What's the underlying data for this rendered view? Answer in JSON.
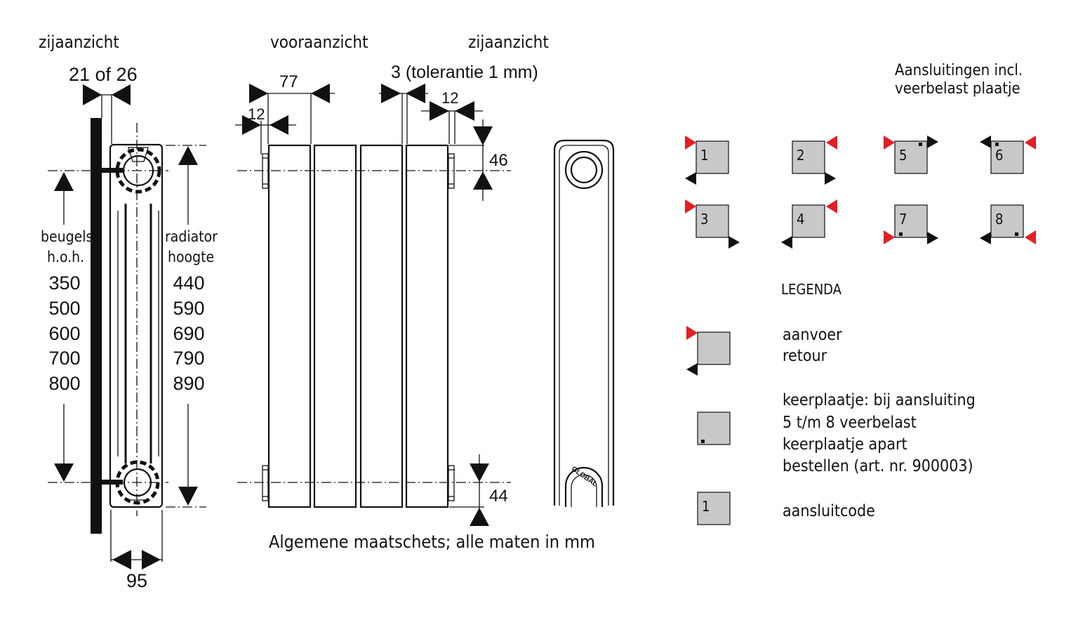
{
  "labels": {
    "side_view_left": "zijaanzicht",
    "front_view": "vooraanzicht",
    "side_view_right": "zijaanzicht",
    "depth": "21 of 26",
    "section_width": "77",
    "edge_12_front": "12",
    "tolerance": "3 (tolerantie 1 mm)",
    "edge_12_side": "12",
    "top_offset": "46",
    "bottom_offset": "44",
    "width_95": "95",
    "beugels_line1": "beugels",
    "beugels_line2": "h.o.h.",
    "radiator_line1": "radiator",
    "radiator_line2": "hoogte",
    "footer": "Algemene maatschets; alle maten in mm",
    "brand": "GLOBAL"
  },
  "bracket_spacing": [
    "350",
    "500",
    "600",
    "700",
    "800"
  ],
  "radiator_heights": [
    "440",
    "590",
    "690",
    "790",
    "890"
  ],
  "connections": {
    "title_line1": "Aansluitingen incl.",
    "title_line2": "veerbelast plaatje",
    "codes": [
      "1",
      "2",
      "5",
      "6",
      "3",
      "4",
      "7",
      "8"
    ]
  },
  "legend": {
    "title": "LEGENDA",
    "supply": "aanvoer",
    "return": "retour",
    "plate_line1": "keerplaatje: bij aansluiting",
    "plate_line2": "5 t/m 8 veerbelast",
    "plate_line3": "keerplaatje apart",
    "plate_line4": "bestellen (art. nr. 900003)",
    "code_sample": "1",
    "code_label": "aansluitcode"
  },
  "colors": {
    "supply_marker": "#e31e24",
    "return_marker": "#111111",
    "box_fill": "#c8c8c8"
  }
}
